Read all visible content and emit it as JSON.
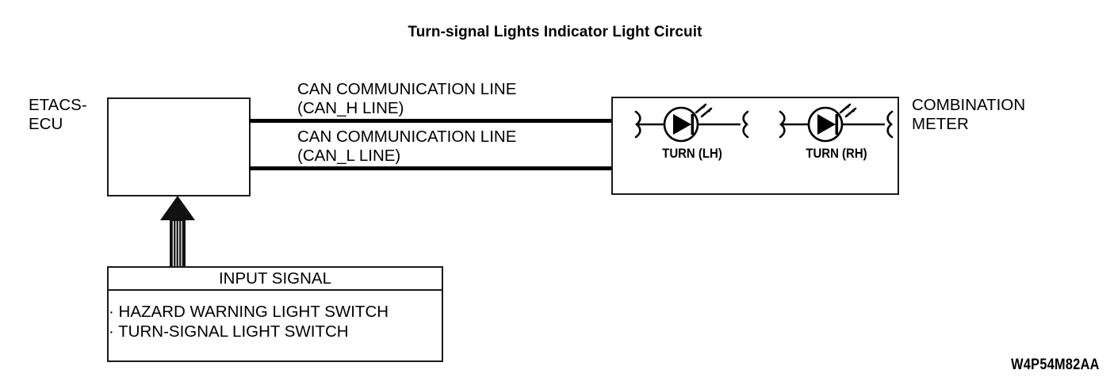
{
  "diagram": {
    "title": "Turn-signal Lights Indicator Light Circuit",
    "reference_code": "W4P54M82AA",
    "nodes": {
      "etacs_ecu": {
        "label": "ETACS-\nECU",
        "name": "ETACS-ECU"
      },
      "combination_meter": {
        "label": "COMBINATION\nMETER",
        "name": "COMBINATION METER"
      },
      "input_signal": {
        "title": "INPUT SIGNAL",
        "items": "· HAZARD WARNING LIGHT SWITCH\n· TURN-SIGNAL LIGHT SWITCH"
      }
    },
    "connections": [
      {
        "id": "can_h",
        "label": "CAN COMMUNICATION LINE\n(CAN_H LINE)",
        "from": "ETACS-ECU",
        "to": "COMBINATION METER"
      },
      {
        "id": "can_l",
        "label": "CAN COMMUNICATION LINE\n(CAN_L LINE)",
        "from": "ETACS-ECU",
        "to": "COMBINATION METER"
      },
      {
        "id": "input_bundle",
        "label": "",
        "from": "INPUT SIGNAL",
        "to": "ETACS-ECU"
      }
    ],
    "indicators": [
      {
        "id": "turn_lh",
        "caption": "TURN\n(LH)",
        "symbol": "led-indicator-icon"
      },
      {
        "id": "turn_rh",
        "caption": "TURN\n(RH)",
        "symbol": "led-indicator-icon"
      }
    ],
    "colors": {
      "ink": "#000000",
      "stroke": "#1a1a1a",
      "background": "#ffffff"
    }
  }
}
